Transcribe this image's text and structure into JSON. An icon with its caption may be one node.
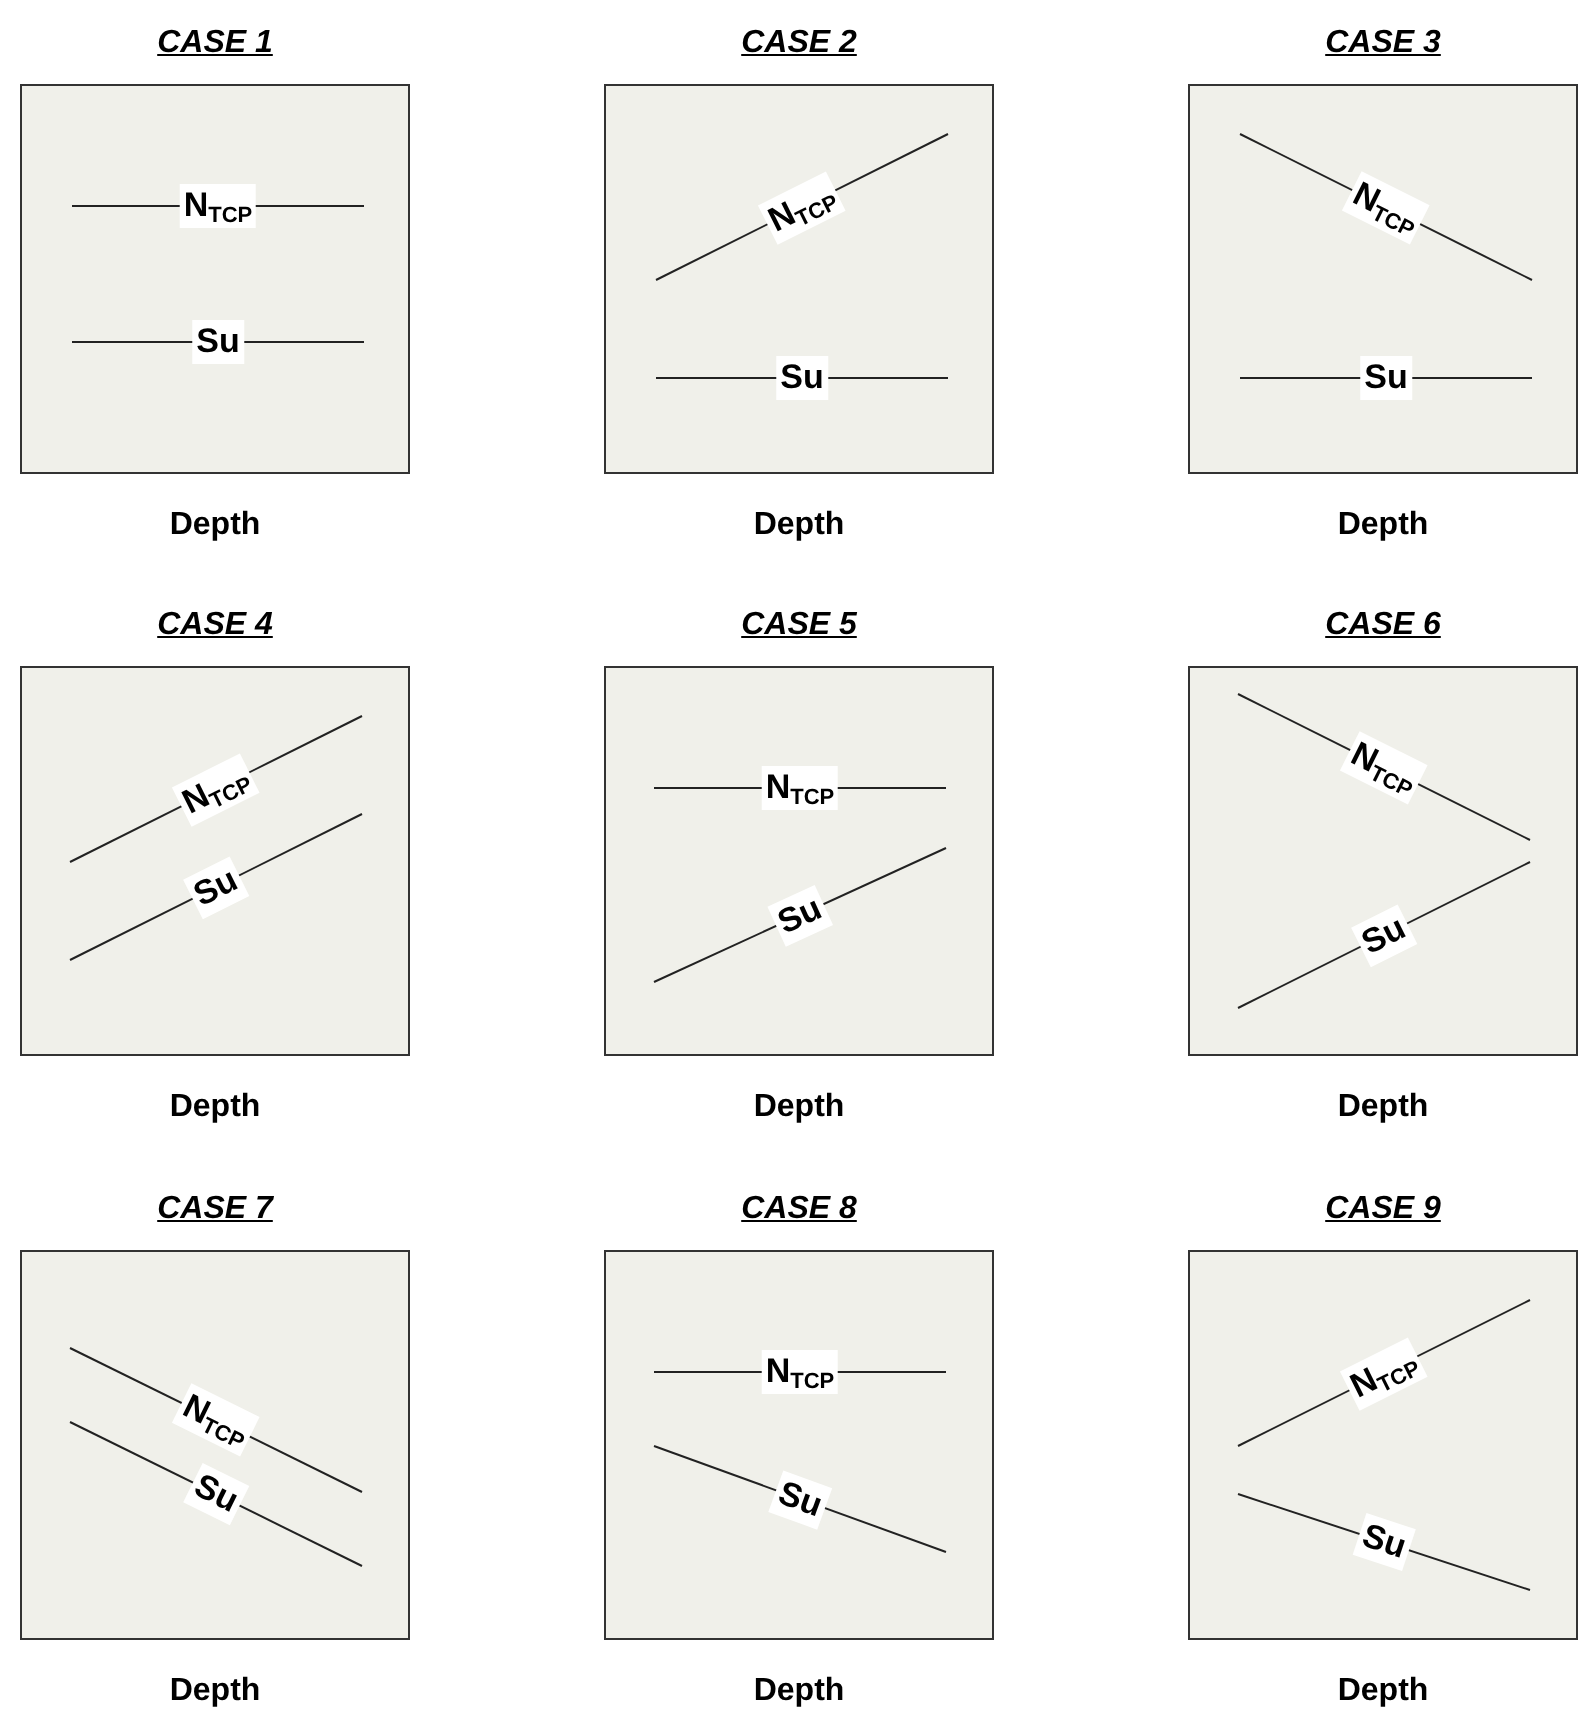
{
  "diagram": {
    "nodes": [
      {
        "text": [
          "CASE 1"
        ],
        "beside": [
          "Depth"
        ]
      },
      {
        "text": [
          "N$_{TCP}$"
        ],
        "in": 0
      },
      {
        "text": [
          "Su"
        ],
        "in": 0
      },
      {
        "text": [
          "CASE 2"
        ],
        "beside": [
          "Depth"
        ]
      },
      {
        "text": [
          "N$_{TCP}$"
        ],
        "in": 3
      },
      {
        "text": [
          "Su"
        ],
        "in": 3
      },
      {
        "text": [
          "CASE 3"
        ],
        "beside": [
          "Depth"
        ]
      },
      {
        "text": [
          "N$_{TCP}$"
        ],
        "in": 6
      },
      {
        "text": [
          "Su"
        ],
        "in": 6
      },
      {
        "text": [
          "CASE 4"
        ],
        "beside": [
          "Depth"
        ]
      },
      {
        "text": [
          "N$_{TCP}$"
        ],
        "in": 9
      },
      {
        "text": [
          "Su"
        ],
        "in": 9
      },
      {
        "text": [
          "CASE 5"
        ],
        "beside": [
          "Depth"
        ]
      },
      {
        "text": [
          "N$_{TCP}$"
        ],
        "in": 12
      },
      {
        "text": [
          "Su"
        ],
        "in": 12
      },
      {
        "text": [
          "CASE 6"
        ],
        "beside": [
          "Depth"
        ]
      },
      {
        "text": [
          "N$_{TCP}$"
        ],
        "in": 15
      },
      {
        "text": [
          "Su"
        ],
        "in": 15
      },
      {
        "text": [
          "CASE 7"
        ],
        "beside": [
          "Depth"
        ]
      },
      {
        "text": [
          "N$_{TCP}$"
        ],
        "in": 18
      },
      {
        "text": [
          "Su"
        ],
        "in": 18
      },
      {
        "text": [
          "CASE 8"
        ],
        "beside": [
          "Depth"
        ]
      },
      {
        "text": [
          "N$_{TCP}$"
        ],
        "in": 21
      },
      {
        "text": [
          "Su"
        ],
        "in": 21
      },
      {
        "text": [
          "CASE 9"
        ],
        "beside": [
          "Depth"
        ]
      },
      {
        "text": [
          "N$_{TCP}$"
        ],
        "in": 24
      },
      {
        "text": [
          "Su"
        ],
        "in": 24
      }
    ]
  }
}
